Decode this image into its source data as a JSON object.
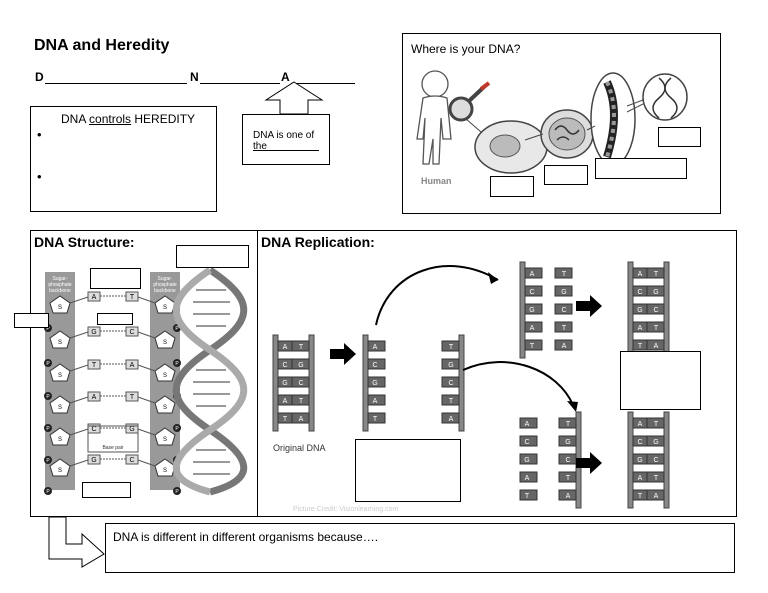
{
  "header": {
    "title": "DNA and Heredity",
    "letters": [
      "D",
      "N",
      "A"
    ]
  },
  "controls_box": {
    "title_pre": "DNA ",
    "title_underline": "controls",
    "title_post": " HEREDITY",
    "bullets": [
      "•",
      "•"
    ]
  },
  "callout_box": {
    "text": "DNA is one of the"
  },
  "where_box": {
    "title": "Where is your DNA?",
    "human_label": "Human"
  },
  "structure": {
    "title": "DNA Structure:",
    "backbone_label": [
      "Sugar-",
      "phosphate",
      "backbone"
    ],
    "s_label": "S",
    "p_label": "P",
    "base_pairs": [
      [
        "A",
        "T"
      ],
      [
        "G",
        "C"
      ],
      [
        "T",
        "A"
      ],
      [
        "A",
        "T"
      ],
      [
        "C",
        "G"
      ],
      [
        "G",
        "C"
      ]
    ],
    "base_pair_label": "Base pair"
  },
  "replication": {
    "title": "DNA Replication:",
    "original_label": "Original DNA",
    "credit": "Picture Credit: Visionlearning.com",
    "pairs": [
      [
        "A",
        "T"
      ],
      [
        "C",
        "G"
      ],
      [
        "G",
        "C"
      ],
      [
        "A",
        "T"
      ],
      [
        "T",
        "A"
      ]
    ]
  },
  "bottom_box": {
    "text": "DNA is different in different organisms because…."
  }
}
